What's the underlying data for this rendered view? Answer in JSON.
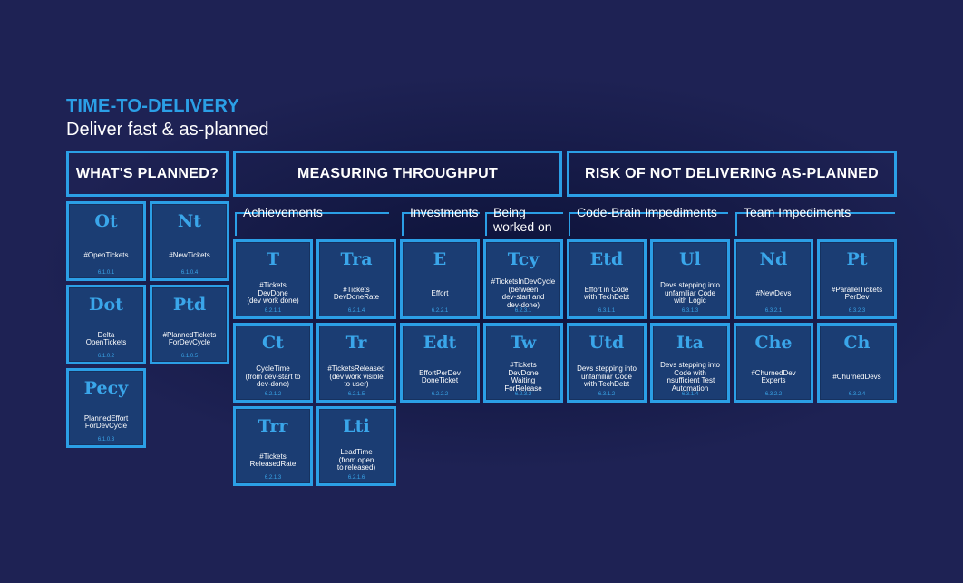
{
  "title": "TIME-TO-DELIVERY",
  "subtitle": "Deliver fast & as-planned",
  "headers": [
    {
      "id": "planned",
      "label": "WHAT'S PLANNED?"
    },
    {
      "id": "throughput",
      "label": "MEASURING THROUGHPUT"
    },
    {
      "id": "risk",
      "label": "RISK OF NOT DELIVERING AS-PLANNED"
    }
  ],
  "subheaders": [
    {
      "id": "achievements",
      "label": "Achievements"
    },
    {
      "id": "investments",
      "label": "Investments"
    },
    {
      "id": "being-worked-on",
      "label": "Being\nworked on"
    },
    {
      "id": "code-brain",
      "label": "Code-Brain Impediments"
    },
    {
      "id": "team",
      "label": "Team Impediments"
    }
  ],
  "tiles": [
    {
      "symbol": "Ot",
      "name": "#OpenTickets",
      "code": "6.1.0.1"
    },
    {
      "symbol": "Nt",
      "name": "#NewTickets",
      "code": "6.1.0.4"
    },
    {
      "symbol": "Dot",
      "name": "Delta\nOpenTickets",
      "code": "6.1.0.2"
    },
    {
      "symbol": "Ptd",
      "name": "#PlannedTickets\nForDevCycle",
      "code": "6.1.0.5"
    },
    {
      "symbol": "Pecy",
      "name": "PlannedEffort\nForDevCycle",
      "code": "6.1.0.3"
    },
    {
      "symbol": "T",
      "name": "#Tickets\nDevDone\n(dev work done)",
      "code": "6.2.1.1"
    },
    {
      "symbol": "Tra",
      "name": "#Tickets\nDevDoneRate",
      "code": "6.2.1.4"
    },
    {
      "symbol": "Ct",
      "name": "CycleTime\n(from dev-start to\ndev-done)",
      "code": "6.2.1.2"
    },
    {
      "symbol": "Tr",
      "name": "#TicketsReleased\n(dev work visible\nto user)",
      "code": "6.2.1.5"
    },
    {
      "symbol": "Trr",
      "name": "#Tickets\nReleasedRate",
      "code": "6.2.1.3"
    },
    {
      "symbol": "Lti",
      "name": "LeadTime\n(from open\nto released)",
      "code": "6.2.1.6"
    },
    {
      "symbol": "E",
      "name": "Effort",
      "code": "6.2.2.1"
    },
    {
      "symbol": "Edt",
      "name": "EffortPerDev\nDoneTicket",
      "code": "6.2.2.2"
    },
    {
      "symbol": "Tcy",
      "name": "#TicketsInDevCycle\n(between\ndev-start and\ndev-done)",
      "code": "6.2.3.1"
    },
    {
      "symbol": "Tw",
      "name": "#Tickets\nDevDone\nWaiting\nForRelease",
      "code": "6.2.3.2"
    },
    {
      "symbol": "Etd",
      "name": "Effort in Code\nwith TechDebt",
      "code": "6.3.1.1"
    },
    {
      "symbol": "Ul",
      "name": "Devs stepping into\nunfamiliar Code\nwith Logic",
      "code": "6.3.1.3"
    },
    {
      "symbol": "Utd",
      "name": "Devs stepping into\nunfamiliar Code\nwith TechDebt",
      "code": "6.3.1.2"
    },
    {
      "symbol": "Ita",
      "name": "Devs stepping into\nCode with\ninsufficient Test\nAutomation",
      "code": "6.3.1.4"
    },
    {
      "symbol": "Nd",
      "name": "#NewDevs",
      "code": "6.3.2.1"
    },
    {
      "symbol": "Pt",
      "name": "#ParallelTickets\nPerDev",
      "code": "6.3.2.3"
    },
    {
      "symbol": "Che",
      "name": "#ChurnedDev\nExperts",
      "code": "6.3.2.2"
    },
    {
      "symbol": "Ch",
      "name": "#ChurnedDevs",
      "code": "6.3.2.4"
    }
  ]
}
